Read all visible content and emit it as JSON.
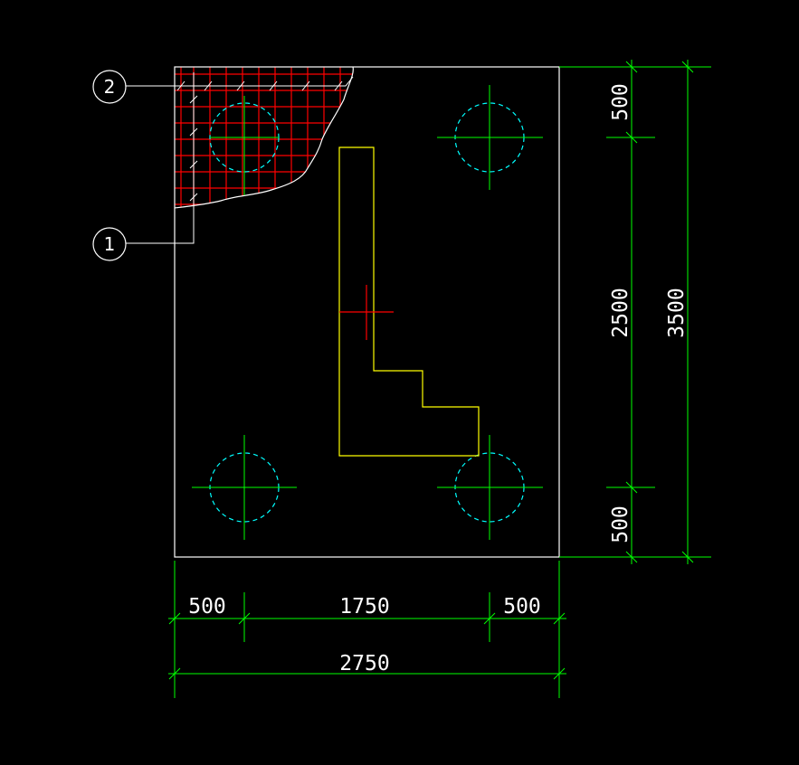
{
  "drawing": {
    "background": "#000000",
    "colors": {
      "outline": "#ffffff",
      "dimension": "#00ff00",
      "pile_circle": "#00ffff",
      "rebar": "#ff0000",
      "column": "#ffff00"
    },
    "callouts": [
      {
        "id": "callout-1",
        "label": "1"
      },
      {
        "id": "callout-2",
        "label": "2"
      }
    ],
    "dimensions": {
      "horizontal": [
        {
          "id": "dim-h-left",
          "text": "500"
        },
        {
          "id": "dim-h-middle",
          "text": "1750"
        },
        {
          "id": "dim-h-right",
          "text": "500"
        },
        {
          "id": "dim-h-total",
          "text": "2750"
        }
      ],
      "vertical": [
        {
          "id": "dim-v-top",
          "text": "500"
        },
        {
          "id": "dim-v-middle",
          "text": "2500"
        },
        {
          "id": "dim-v-bottom",
          "text": "500"
        },
        {
          "id": "dim-v-total",
          "text": "3500"
        }
      ]
    },
    "piles": [
      {
        "id": "pile-top-left"
      },
      {
        "id": "pile-top-right"
      },
      {
        "id": "pile-bottom-left"
      },
      {
        "id": "pile-bottom-right"
      }
    ]
  }
}
